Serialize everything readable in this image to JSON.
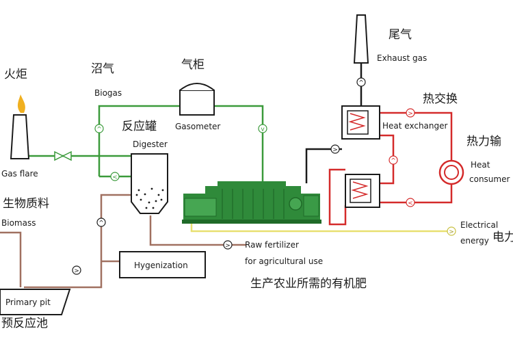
{
  "labels": {
    "flare_cn": "火炬",
    "flare_en": "Gas flare",
    "biogas_cn": "沼气",
    "biogas_en": "Biogas",
    "gasometer_cn": "气柜",
    "gasometer_en": "Gasometer",
    "digester_cn": "反应罐",
    "digester_en": "Digester",
    "biomass_cn": "生物质料",
    "biomass_en": "Biomass",
    "exhaust_cn": "尾气",
    "exhaust_en": "Exhaust gas",
    "heat_exchanger_cn": "热交换",
    "heat_exchanger_en": "Heat exchanger",
    "heat_consumer_cn": "热力输",
    "heat_consumer_en_1": "Heat",
    "heat_consumer_en_2": "consumer",
    "electrical_en_1": "Electrical",
    "electrical_en_2": "energy",
    "electrical_cn": "电力",
    "fertilizer_en_1": "Raw fertilizer",
    "fertilizer_en_2": "for agricultural use",
    "fertilizer_cn": "生产农业所需的有机肥",
    "hygenization_en": "Hygenization",
    "primary_pit_en": "Primary pit",
    "primary_pit_cn": "预反应池"
  },
  "colors": {
    "gas_line": "#3a9a3a",
    "heat_line": "#d42a2a",
    "electric_line": "#e8e070",
    "slurry_line": "#a07060",
    "engine": "#2f8a3a",
    "outline": "#1a1a1a"
  }
}
